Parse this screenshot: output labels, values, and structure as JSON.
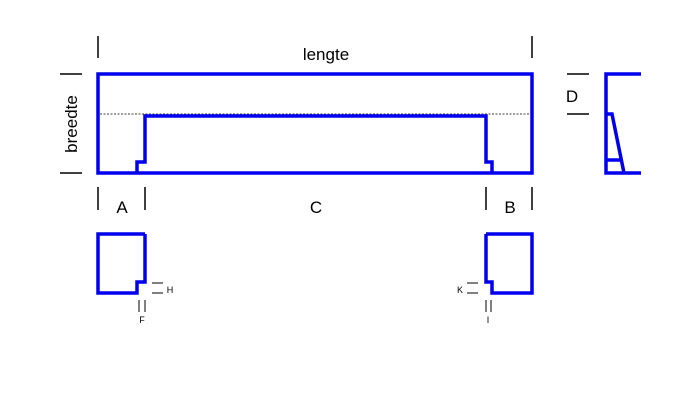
{
  "colors": {
    "outline": "#0000ee",
    "dimension": "#000000",
    "background": "#ffffff"
  },
  "labels": {
    "length": "lengte",
    "width": "breedte",
    "section_a": "A",
    "section_b": "B",
    "section_c": "C",
    "section_d": "D",
    "detail_f": "F",
    "detail_h": "H",
    "detail_i": "I",
    "detail_k": "K"
  }
}
